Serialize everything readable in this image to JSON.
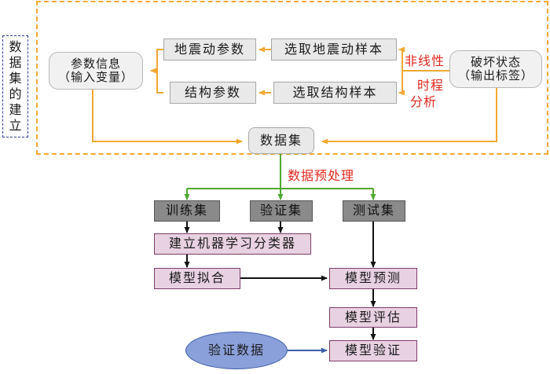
{
  "diagram": {
    "side_label": "数据集的建立",
    "nodes": {
      "param_info_line1": "参数信息",
      "param_info_line2": "（输入变量）",
      "seismic_params": "地震动参数",
      "select_seismic": "选取地震动样本",
      "struct_params": "结构参数",
      "select_struct": "选取结构样本",
      "damage_line1": "破坏状态",
      "damage_line2": "（输出标签）",
      "dataset": "数据集",
      "train_set": "训练集",
      "valid_set": "验证集",
      "test_set": "测试集",
      "build_classifier": "建立机器学习分类器",
      "model_fit": "模型拟合",
      "model_predict": "模型预测",
      "model_eval": "模型评估",
      "model_verify": "模型验证",
      "verify_data": "验证数据"
    },
    "edge_labels": {
      "nonlinear": "非线性",
      "time_history_line1": "时程",
      "time_history_line2": "分析",
      "preprocess": "数据预处理"
    },
    "colors": {
      "dashed_frame": "#f0a830",
      "arrow_orange": "#f0a830",
      "arrow_green": "#4ea72e",
      "arrow_black": "#111111",
      "arrow_blue": "#3d5ea8",
      "label_red": "#e0281e",
      "ellipse_fill": "#8aa0da"
    }
  }
}
